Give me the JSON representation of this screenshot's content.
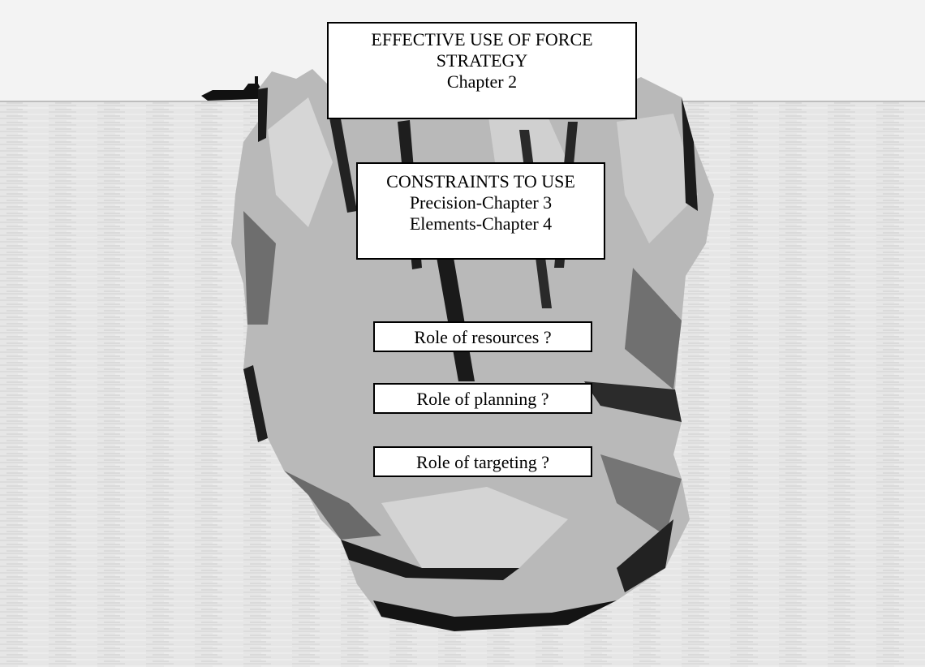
{
  "diagram": {
    "title_box": {
      "line1": "EFFECTIVE USE OF FORCE",
      "line2": "STRATEGY",
      "line3": "Chapter 2"
    },
    "constraints_box": {
      "line1": "CONSTRAINTS TO USE",
      "line2": "Precision-Chapter 3",
      "line3": "Elements-Chapter 4"
    },
    "roles": [
      {
        "label": "Role of resources ?"
      },
      {
        "label": "Role of planning ?"
      },
      {
        "label": "Role of targeting ?"
      }
    ]
  },
  "colors": {
    "sky": "#f2f2f2",
    "sea": "#e4e4e4",
    "ice_dark": "#1a1a1a",
    "ice_mid": "#6e6e6e",
    "ice_light": "#b8b8b8",
    "box_fill": "#ffffff",
    "box_border": "#000000"
  },
  "icons": {
    "ship": "ship-silhouette-icon",
    "iceberg": "iceberg-illustration"
  }
}
